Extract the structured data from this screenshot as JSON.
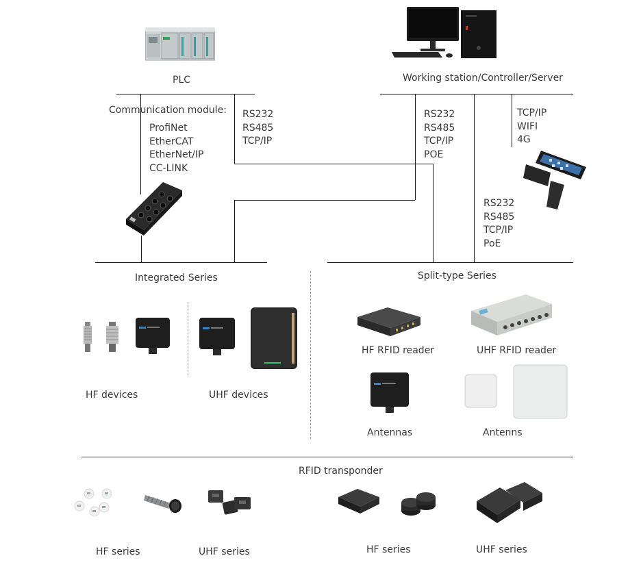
{
  "top": {
    "plc": "PLC",
    "workstation": "Working station/Controller/Server"
  },
  "communication": {
    "title": "Communication module:",
    "protocols": [
      "ProfiNet",
      "EtherCAT",
      "EtherNet/IP",
      "CC-LINK"
    ]
  },
  "links": {
    "plc_serial": [
      "RS232",
      "RS485",
      "TCP/IP"
    ],
    "server_serial": [
      "RS232",
      "RS485",
      "TCP/IP",
      "POE"
    ],
    "wireless": [
      "TCP/IP",
      "WIFI",
      "4G"
    ],
    "handheld": [
      "RS232",
      "RS485",
      "TCP/IP",
      "PoE"
    ]
  },
  "integrated": {
    "title": "Integrated Series",
    "hf_devices": "HF devices",
    "uhf_devices": "UHF devices"
  },
  "split": {
    "title": "Split-type Series",
    "hf_reader": "HF RFID reader",
    "uhf_reader": "UHF RFID reader",
    "antennas_left": "Antennas",
    "antennas_right": "Antenns"
  },
  "transponder": {
    "title": "RFID transponder",
    "groups": [
      "HF series",
      "UHF series",
      "HF series",
      "UHF series"
    ]
  }
}
